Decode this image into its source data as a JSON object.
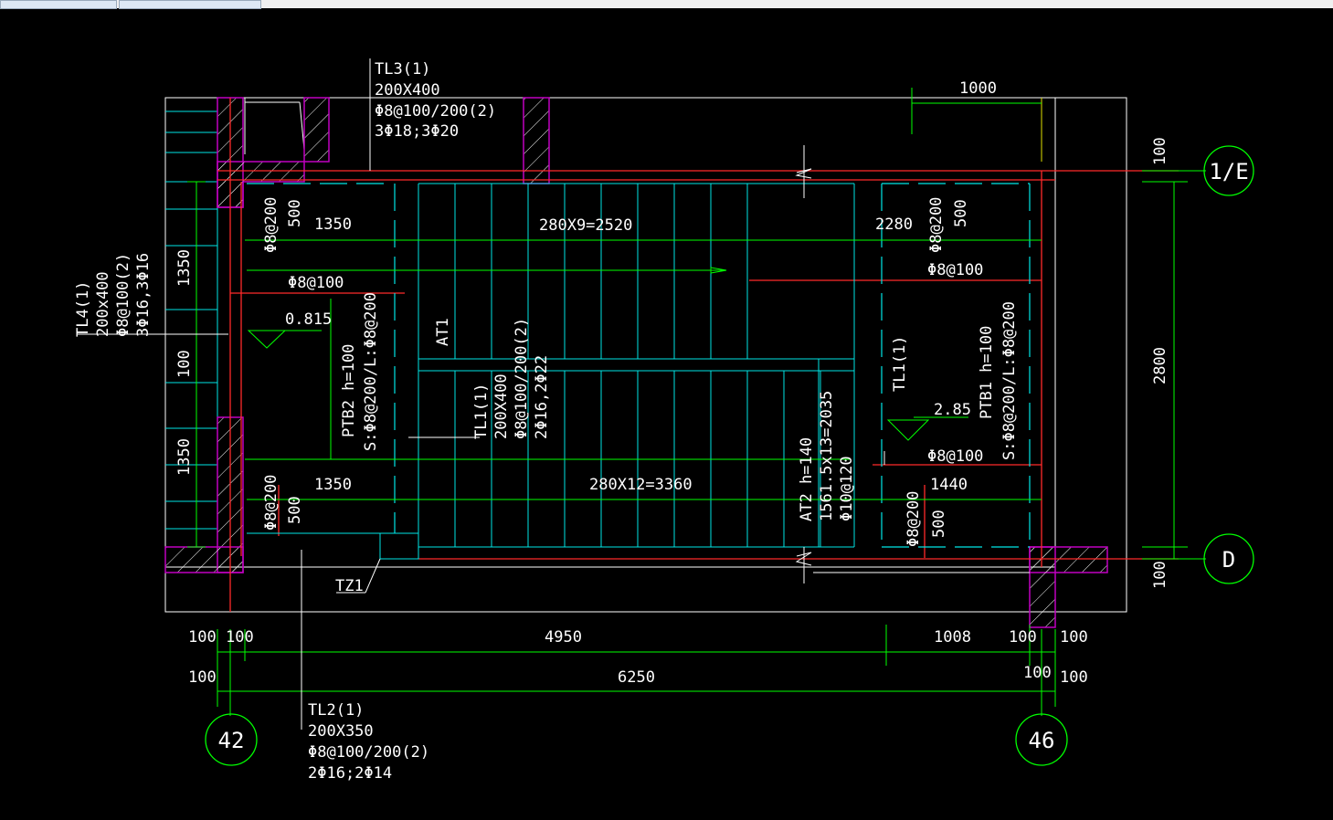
{
  "colors": {
    "background": "#000000",
    "outline": "#ffffff",
    "beam": "#ff2a2a",
    "dimension": "#00ff00",
    "stair": "#00e5e5",
    "wall": "#c000c0",
    "axis": "#00ff00"
  },
  "beams": {
    "tl3": [
      "TL3(1)",
      "200X400",
      "Φ8@100/200(2)",
      "3Φ18;3Φ20"
    ],
    "tl4": [
      "TL4(1)",
      "200x400",
      "Φ8@100(2)",
      "3Φ16,3Φ16"
    ],
    "tl2": [
      "TL2(1)",
      "200X350",
      "Φ8@100/200(2)",
      "2Φ16;2Φ14"
    ],
    "tl1_mid": [
      "TL1(1)",
      "200X400",
      "Φ8@100/200(2)",
      "2Φ16,2Φ22"
    ],
    "tl1_right": "TL1(1)"
  },
  "slabs": {
    "ptb2": [
      "PTB2 h=100",
      "S:Φ8@200/L:Φ8@200"
    ],
    "ptb1": [
      "PTB1 h=100",
      "S:Φ8@200/L:Φ8@200"
    ],
    "at1": "AT1",
    "at2": [
      "AT2 h=140",
      "1561.5x13=2035",
      "Φ10@120"
    ],
    "tz1": "TZ1"
  },
  "labels": {
    "top_steps": "280X9=2520",
    "bottom_steps": "280X12=3360",
    "dim_1350_top": "1350",
    "dim_1350_bottom": "1350",
    "dim_2280": "2280",
    "dim_1440": "1440",
    "dim_1000": "1000",
    "dim_500_tl": "500",
    "dim_500_tr": "500",
    "dim_500_bl": "500",
    "dim_500_br": "500",
    "rebar_tl": "Φ8@200",
    "rebar_tr": "Φ8@200",
    "rebar_bl": "Φ8@200",
    "rebar_br": "Φ8@200",
    "rebar_100_left": "Φ8@100",
    "rebar_100_right": "Φ8@100",
    "rebar_100_lower": "Φ8@100",
    "elev_left": "0.815",
    "elev_right": "2.85",
    "left_1350_top": "1350",
    "left_100": "100",
    "left_1350_bottom": "1350",
    "right_100_top": "100",
    "right_2800": "2800",
    "right_100_bottom": "100"
  },
  "bottom_dims": {
    "row1": [
      "100",
      "100",
      "4950",
      "1008",
      "100",
      "100"
    ],
    "row2": [
      "100",
      "6250",
      "100",
      "100"
    ]
  },
  "axes": {
    "a42": "42",
    "a46": "46",
    "a1e": "1/E",
    "ad": "D"
  }
}
